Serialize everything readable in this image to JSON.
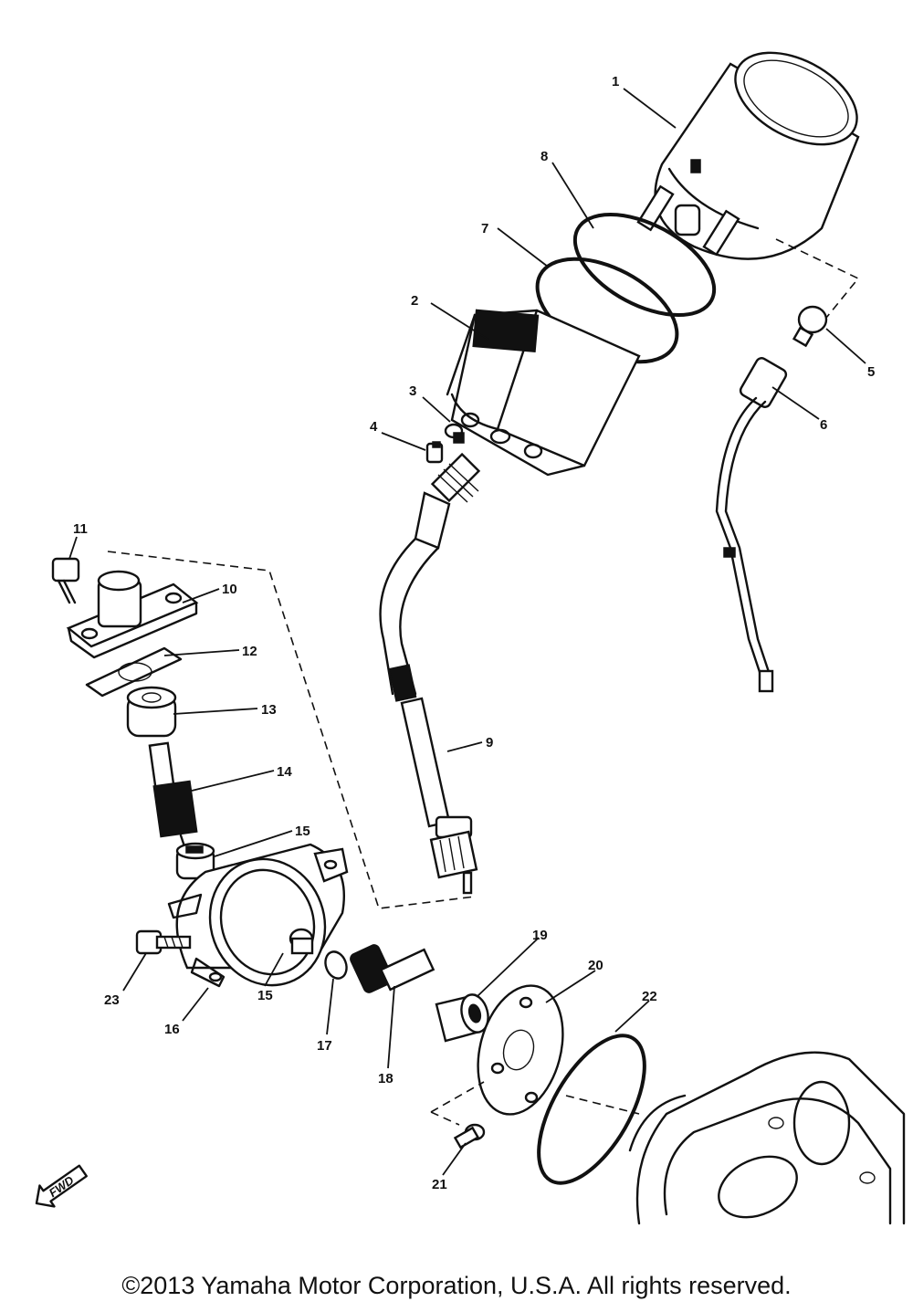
{
  "parts": [
    {
      "id": "label-1",
      "text": "1"
    },
    {
      "id": "label-2",
      "text": "2"
    },
    {
      "id": "label-3",
      "text": "3"
    },
    {
      "id": "label-4",
      "text": "4"
    },
    {
      "id": "label-5",
      "text": "5"
    },
    {
      "id": "label-6",
      "text": "6"
    },
    {
      "id": "label-7",
      "text": "7"
    },
    {
      "id": "label-8",
      "text": "8"
    },
    {
      "id": "label-9",
      "text": "9"
    },
    {
      "id": "label-10",
      "text": "10"
    },
    {
      "id": "label-11",
      "text": "11"
    },
    {
      "id": "label-12",
      "text": "12"
    },
    {
      "id": "label-13",
      "text": "13"
    },
    {
      "id": "label-14",
      "text": "14"
    },
    {
      "id": "label-15a",
      "text": "15"
    },
    {
      "id": "label-15b",
      "text": "15"
    },
    {
      "id": "label-16",
      "text": "16"
    },
    {
      "id": "label-17",
      "text": "17"
    },
    {
      "id": "label-18",
      "text": "18"
    },
    {
      "id": "label-19",
      "text": "19"
    },
    {
      "id": "label-20",
      "text": "20"
    },
    {
      "id": "label-21",
      "text": "21"
    },
    {
      "id": "label-22",
      "text": "22"
    },
    {
      "id": "label-23",
      "text": "23"
    }
  ],
  "fwd_arrow": {
    "text": "FWD"
  },
  "footer": {
    "copyright": "©2013 Yamaha Motor Corporation, U.S.A. All rights reserved."
  }
}
